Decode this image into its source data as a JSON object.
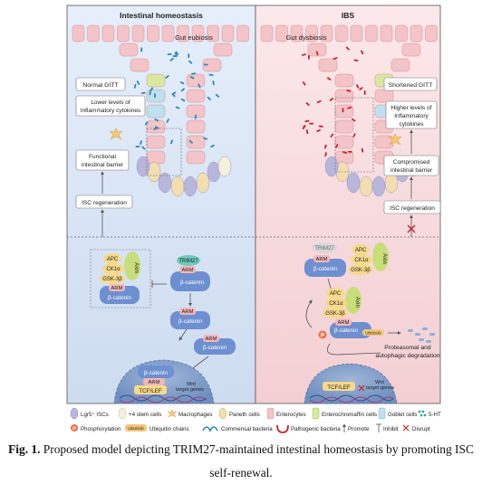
{
  "left_panel": {
    "title": "Intestinal homeostasis",
    "gut_label": "Gut eubiosis",
    "normal_gitt": "Normal GITT",
    "cytokines_1": "Lower levels of",
    "cytokines_2": "Inflammatory cytokines",
    "barrier_1": "Functional",
    "barrier_2": "intestinal barrier",
    "isc": "ISC regeneration"
  },
  "right_panel": {
    "title": "IBS",
    "gut_label": "Gut dysbiosis",
    "gitt": "Shortened GITT",
    "cytokines_1": "Higher levels of",
    "cytokines_2": "Inflammatory",
    "cytokines_3": "cytokines",
    "barrier_1": "Compromised",
    "barrier_2": "intestinal barrier",
    "isc": "ISC regeneration"
  },
  "pathway_left": {
    "trim27": "TRIM27",
    "arm": "ARM",
    "beta_catenin": "β-catenin",
    "apc": "APC",
    "ck1a": "CK1α",
    "gsk3b": "GSK-3β",
    "axin": "Axin",
    "tcf_lef": "TCF/LEF",
    "wnt_1": "Wnt",
    "wnt_2": "target genes"
  },
  "pathway_right": {
    "trim27": "TRIM27",
    "arm": "ARM",
    "beta_catenin": "β-catenin",
    "apc": "APC",
    "ck1a": "CK1α",
    "gsk3b": "GSK-3β",
    "axin": "Axin",
    "p": "P",
    "ub": "UbUbUb",
    "degradation_1": "Proteasomal and",
    "degradation_2": "autophagic degradation",
    "tcf_lef": "TCF/LEF",
    "wnt_1": "Wnt",
    "wnt_2": "target genes"
  },
  "legend": {
    "lgr5": "Lgr5⁺ ISCs",
    "plus4": "+4 stem cells",
    "macrophages": "Macrophages",
    "paneth": "Paneth cells",
    "enterocytes": "Enterocytes",
    "enterochromaffin": "Enterochromaffin cells",
    "goblet": "Goblet cells",
    "serotonin": "5-HT",
    "phosphorylation": "Phosphorylation",
    "ubiquitin": "Ubiquitin chains",
    "commensal": "Commensal bacteria",
    "pathogenic": "Pathogenic bacteria",
    "promote": "Promote",
    "inhibit": "Inhibit",
    "disrupt": "Disrupt",
    "p_glyph": "P",
    "ub_glyph": "UbUbUb"
  },
  "caption": {
    "fig_label": "Fig. 1.",
    "text": " Proposed model depicting TRIM27-maintained intestinal homeostasis by promoting ISC self-renewal."
  },
  "colors": {
    "left_bg": "#dfe9f6",
    "right_bg": "#f8dfe2",
    "enterocyte": "#f3c4c8",
    "isc": "#b9b6dc",
    "paneth": "#f3deb0",
    "enterochromaffin": "#d8e8a0",
    "commensal": "#2f86b5",
    "pathogenic": "#c8222e"
  }
}
